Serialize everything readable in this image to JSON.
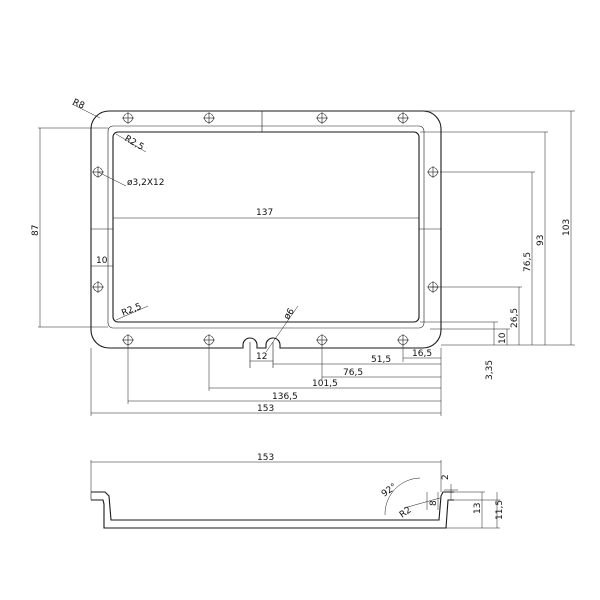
{
  "drawing": {
    "top_view": {
      "corner_radius": "R8",
      "inner_radius_top": "R2,5",
      "inner_radius_bottom": "R2,5",
      "hole_spec": "ø3,2X12",
      "notch_diameter": "ø6",
      "notch_width": "12",
      "inner_width": "137",
      "side_margin": "10",
      "height_87": "87",
      "height_93": "93",
      "height_103": "103",
      "height_76_5": "76,5",
      "height_26_5": "26,5",
      "height_10": "10",
      "height_3_35": "3,35",
      "dim_16_5": "16,5",
      "dim_51_5": "51,5",
      "dim_76_5": "76,5",
      "dim_101_5": "101,5",
      "dim_136_5": "136,5",
      "dim_153": "153"
    },
    "side_view": {
      "length": "153",
      "angle": "92°",
      "radius": "R2",
      "thickness": "2",
      "flange": "8",
      "height_13": "13",
      "height_11_5": "11,5"
    }
  }
}
